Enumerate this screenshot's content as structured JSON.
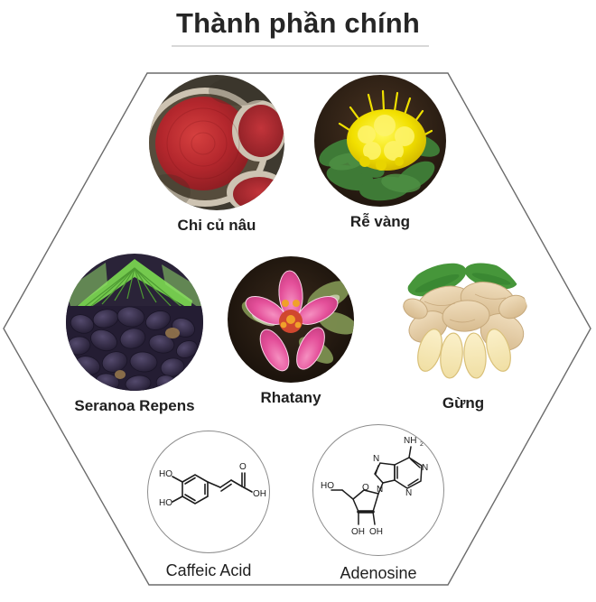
{
  "page": {
    "title": "Thành phần chính",
    "background_color": "#ffffff",
    "text_color": "#1f1f1f",
    "frame_shape": "hexagon",
    "frame_line_color": "#6b6b6b",
    "title_rule_color": "#d8d8d8"
  },
  "ingredients": [
    {
      "label": "Chi củ nâu",
      "image": "sliced-red-root-photo",
      "type": "photo",
      "colors": {
        "flesh": "#b4272d",
        "skin": "#4a4237",
        "rim": "#cfc6b6"
      }
    },
    {
      "label": "Rễ vàng",
      "image": "yellow-flower-photo",
      "type": "photo",
      "colors": {
        "petals": "#f3e300",
        "leaves": "#3f7a3a",
        "background": "#2a1d12"
      }
    },
    {
      "label": "Seranoa Repens",
      "image": "saw-palmetto-berries-photo",
      "type": "photo",
      "colors": {
        "berries": "#3a3050",
        "fronds": "#6cc24a"
      }
    },
    {
      "label": "Rhatany",
      "image": "pink-flower-photo",
      "type": "photo",
      "colors": {
        "petals": "#e4509a",
        "leaves": "#8a9e6a",
        "background": "#241810"
      }
    },
    {
      "label": "Gừng",
      "image": "ginger-root-photo",
      "type": "photo",
      "colors": {
        "root": "#e3c79b",
        "slices": "#f5e6bd",
        "leaves": "#4e9a3a"
      }
    },
    {
      "label": "Caffeic Acid",
      "image": "caffeic-acid-structure",
      "type": "molecule",
      "atom_labels": [
        "HO",
        "HO",
        "O",
        "OH"
      ]
    },
    {
      "label": "Adenosine",
      "image": "adenosine-structure",
      "type": "molecule",
      "atom_labels": [
        "NH2",
        "N",
        "N",
        "N",
        "N",
        "HO",
        "O",
        "OH",
        "OH"
      ]
    }
  ]
}
